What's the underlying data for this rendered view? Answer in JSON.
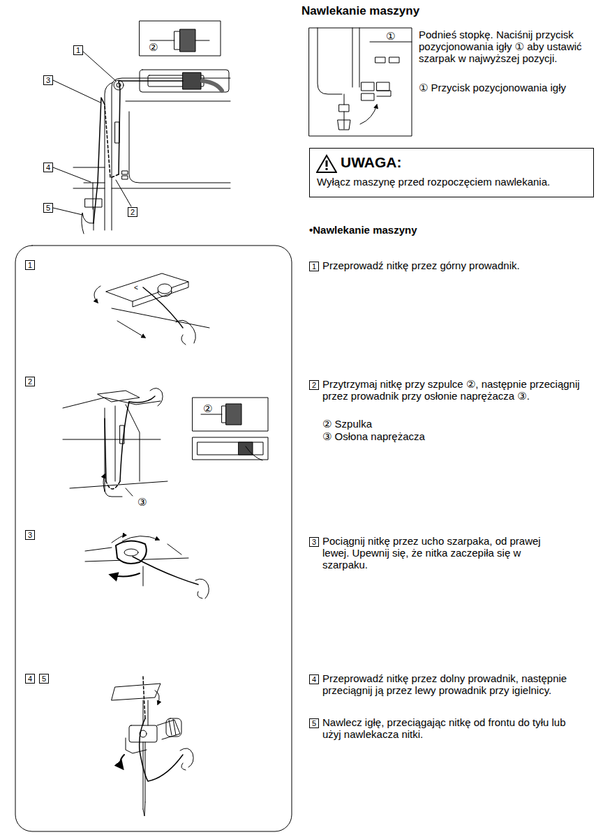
{
  "diagram": {
    "title": "Nawlekanie maszyny",
    "nodes": [
      {
        "text": [
          "UWAGA:",
          "Wyłącz maszynę przed rozpoczęciem nawlekania."
        ]
      }
    ],
    "labels": [
      "1",
      "②",
      "3",
      "4",
      "5",
      "2",
      "①",
      "Podnieś stopkę. Naciśnij przycisk pozycjonowania igły ① aby ustawić szarpak w najwyższej pozycji.",
      "① Przycisk pozycjonowania igły",
      "•Nawlekanie maszyny",
      "1",
      "1",
      "Przeprowadź nitkę przez górny prowadnik.",
      "2",
      "②",
      "③",
      "2",
      "Przytrzymaj nitkę przy szpulce ②, następnie przeciągnij przez prowadnik przy osłonie naprężacza ③.",
      "② Szpulka",
      "③ Osłona naprężacza",
      "3",
      "3",
      "Pociągnij nitkę przez ucho szarpaka, od prawej lewej. Upewnij się, że nitka zaczepiła się w szarpaku.",
      "4",
      "5",
      "4",
      "Przeprowadź nitkę przez dolny prowadnik, następnie przeciągnij ją przez lewy prowadnik przy igielnicy.",
      "5",
      "Nawlecz igłę, przeciągając nitkę od frontu do tyłu lub użyj nawlekacza nitki."
    ]
  }
}
